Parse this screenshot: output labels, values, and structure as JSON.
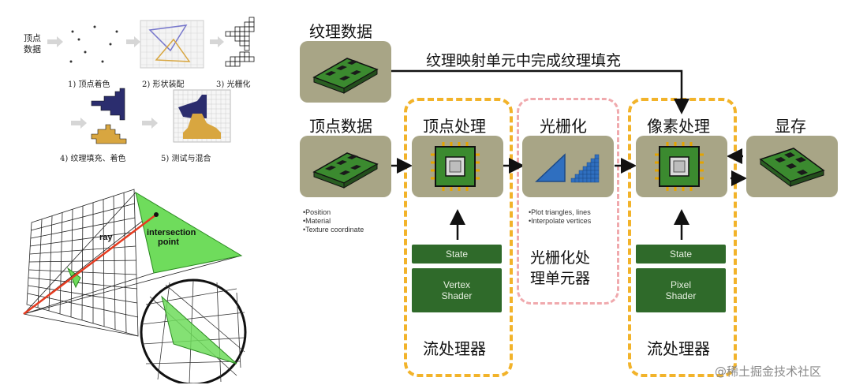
{
  "top_left": {
    "vertex_label_line1": "顶点",
    "vertex_label_line2": "数据",
    "steps": [
      "1) 顶点着色",
      "2) 形状装配",
      "3) 光栅化",
      "4) 纹理填充、着色",
      "5) 测试与混合"
    ]
  },
  "raycast": {
    "ray_label": "ray",
    "intersection_label_line1": "intersection",
    "intersection_label_line2": "point"
  },
  "pipeline": {
    "texture_data": "纹理数据",
    "texture_mapping": "纹理映射单元中完成纹理填充",
    "vertex_data": "顶点数据",
    "vertex_bullets": [
      "•Position",
      "•Material",
      "•Texture coordinate"
    ],
    "vertex_processing": "顶点处理",
    "vertex_state": "State",
    "vertex_shader_line1": "Vertex",
    "vertex_shader_line2": "Shader",
    "vertex_stream": "流处理器",
    "raster": "光栅化",
    "raster_bullets": [
      "•Plot triangles, lines",
      "•Interpolate vertices"
    ],
    "raster_unit_line1": "光栅化处",
    "raster_unit_line2": "理单元器",
    "pixel_processing": "像素处理",
    "pixel_state": "State",
    "pixel_shader_line1": "Pixel",
    "pixel_shader_line2": "Shader",
    "pixel_stream": "流处理器",
    "memory": "显存"
  },
  "watermark": "@稀土掘金技术社区",
  "colors": {
    "module_box": "#a8a586",
    "shader_green": "#2f6a2a",
    "stream_dash": "#f2b32a",
    "raster_dash": "#f0a9ad",
    "triangle_blue": "#2f6fc0",
    "ram_green": "#3b8a2f",
    "ray_red": "#e53b20",
    "intersect_green": "#6fdc5c"
  }
}
